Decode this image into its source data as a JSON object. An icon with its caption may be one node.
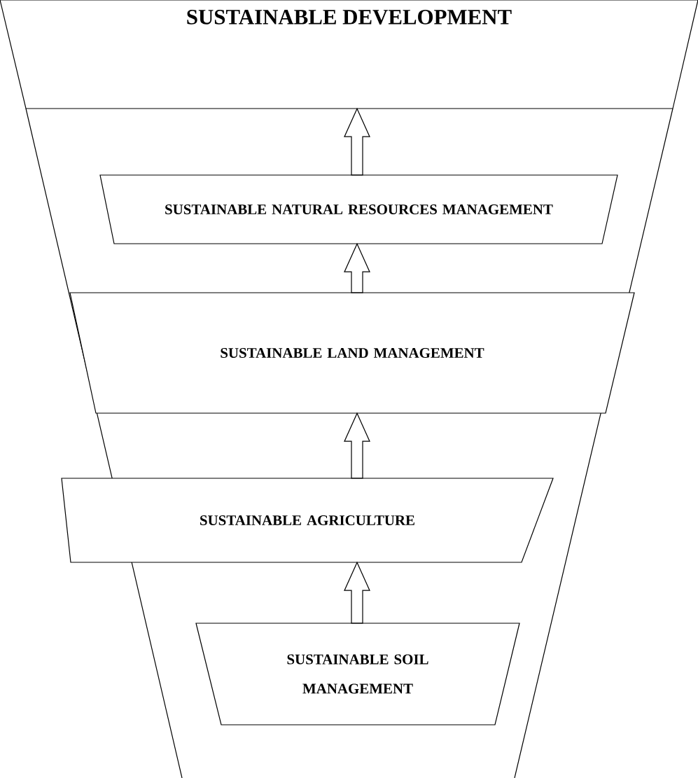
{
  "diagram": {
    "nodes": [
      {
        "text": [
          "SUSTAINABLE DEVELOPMENT"
        ]
      },
      {
        "text": [
          "SUSTAINABLE NATURAL RESOURCES MANAGEMENT"
        ]
      },
      {
        "text": [
          "SUSTAINABLE LAND MANAGEMENT"
        ]
      },
      {
        "text": [
          "SUSTAINABLE AGRICULTURE"
        ]
      },
      {
        "text": [
          "SUSTAINABLE SOIL MANAGEMENT"
        ]
      }
    ],
    "edges": [
      {
        "from": 1,
        "to": 0,
        "arrow": "to"
      },
      {
        "from": 2,
        "to": 1,
        "arrow": "to"
      },
      {
        "from": 3,
        "to": 2,
        "arrow": "to"
      },
      {
        "from": 4,
        "to": 3,
        "arrow": "to"
      }
    ]
  }
}
